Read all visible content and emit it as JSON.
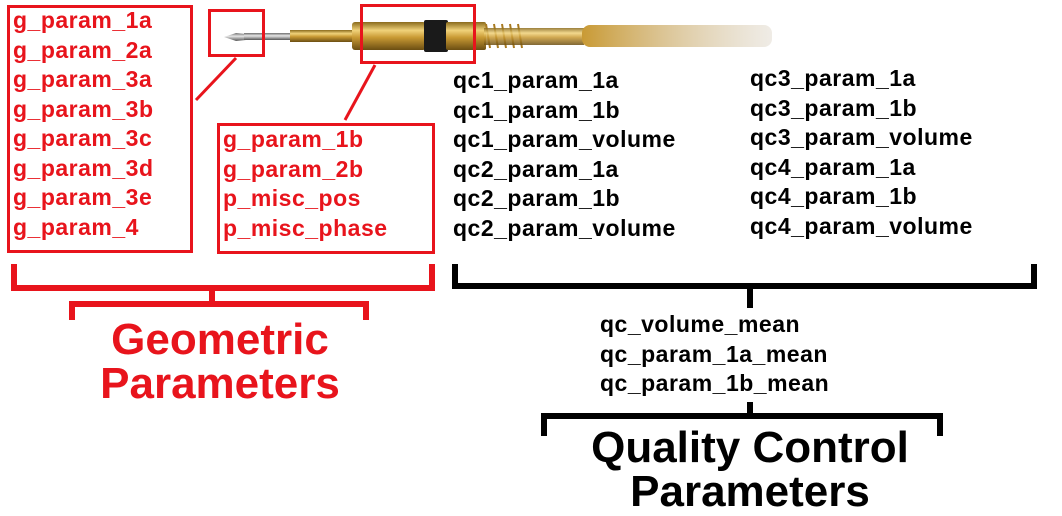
{
  "colors": {
    "geometric": "#e8141c",
    "quality": "#000000"
  },
  "geometric": {
    "tip_params": [
      "g_param_1a",
      "g_param_2a",
      "g_param_3a",
      "g_param_3b",
      "g_param_3c",
      "g_param_3d",
      "g_param_3e",
      "g_param_4"
    ],
    "body_params": [
      "g_param_1b",
      "g_param_2b",
      "p_misc_pos",
      "p_misc_phase"
    ],
    "title_line1": "Geometric",
    "title_line2": "Parameters"
  },
  "quality": {
    "col1": [
      "qc1_param_1a",
      "qc1_param_1b",
      "qc1_param_volume",
      "qc2_param_1a",
      "qc2_param_1b",
      "qc2_param_volume"
    ],
    "col2": [
      "qc3_param_1a",
      "qc3_param_1b",
      "qc3_param_volume",
      "qc4_param_1a",
      "qc4_param_1b",
      "qc4_param_volume"
    ],
    "means": [
      "qc_volume_mean",
      "qc_param_1a_mean",
      "qc_param_1b_mean"
    ],
    "title_line1": "Quality Control",
    "title_line2": "Parameters"
  }
}
